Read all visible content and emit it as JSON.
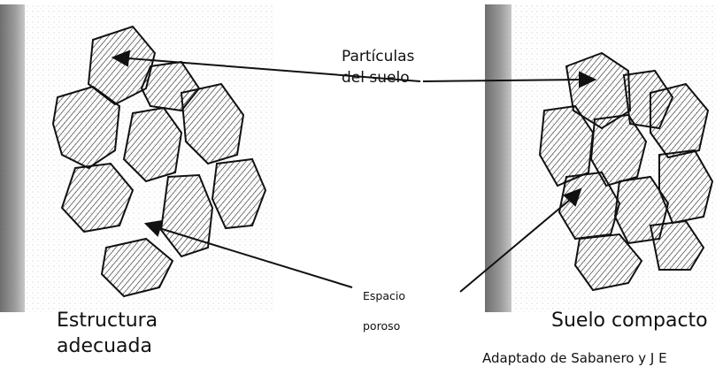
{
  "labels": {
    "particles": [
      "Partículas",
      "del suelo"
    ],
    "pore_space": [
      "Espacio",
      "poroso"
    ],
    "left_caption": [
      "Estructura",
      "adecuada"
    ],
    "right_caption": "Suelo compacto",
    "source_note": "Adaptado de Sabanero y J E"
  },
  "colors": {
    "ink": "#111111",
    "stipple": "#8a8a8a",
    "background": "#ffffff"
  }
}
